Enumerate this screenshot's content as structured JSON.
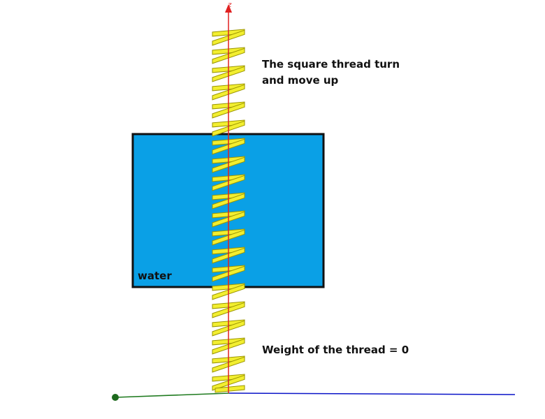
{
  "annotations": {
    "top_line_1": "The square thread turn",
    "top_line_2": "and move up",
    "bottom": "Weight of the thread = 0"
  },
  "water_box": {
    "label": "water",
    "fill_color": "#0aa0e6",
    "border_color": "#111111"
  },
  "axes": {
    "z_label": "z",
    "z_color": "#e02020",
    "x_color": "#0a14c8",
    "y_color": "#1e7a1e"
  },
  "thread": {
    "color": "#f2ee30",
    "edge_color": "#9a9400",
    "turns": 20
  }
}
